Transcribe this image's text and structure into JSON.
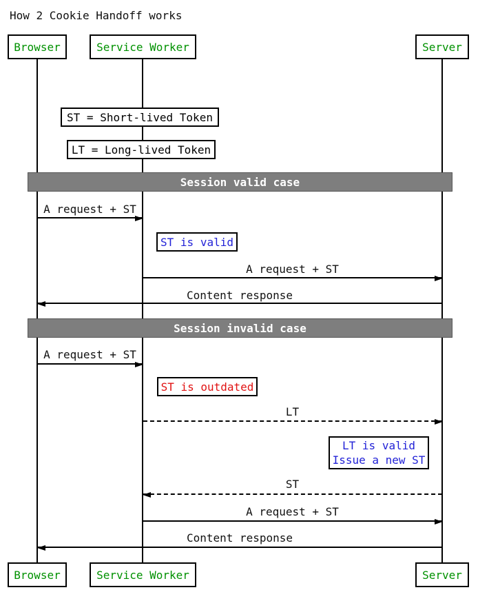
{
  "title": "How 2 Cookie Handoff works",
  "actors": [
    {
      "label": "Browser"
    },
    {
      "label": "Service Worker"
    },
    {
      "label": "Server"
    }
  ],
  "legend_notes": [
    {
      "label": "ST = Short-lived Token"
    },
    {
      "label": "LT = Long-lived Token"
    }
  ],
  "sections": [
    {
      "label": "Session valid case"
    },
    {
      "label": "Session invalid case"
    }
  ],
  "messages": [
    {
      "from": "Browser",
      "to": "Service Worker",
      "label": "A request + ST",
      "line": "solid"
    },
    {
      "from": "Service Worker",
      "to": "Server",
      "label": "A request + ST",
      "line": "solid"
    },
    {
      "from": "Server",
      "to": "Browser",
      "label": "Content response",
      "line": "solid"
    },
    {
      "from": "Browser",
      "to": "Service Worker",
      "label": "A request + ST",
      "line": "solid"
    },
    {
      "from": "Service Worker",
      "to": "Server",
      "label": "LT",
      "line": "dashed"
    },
    {
      "from": "Server",
      "to": "Service Worker",
      "label": "ST",
      "line": "dashed"
    },
    {
      "from": "Service Worker",
      "to": "Server",
      "label": "A request + ST",
      "line": "solid"
    },
    {
      "from": "Server",
      "to": "Browser",
      "label": "Content response",
      "line": "solid"
    }
  ],
  "state_notes": [
    {
      "label": "ST is valid",
      "color": "#2222d7"
    },
    {
      "label": "ST is outdated",
      "color": "#e11212"
    },
    {
      "lines": [
        "LT is valid",
        "Issue a new ST"
      ],
      "color": "#2222d7"
    }
  ],
  "colors": {
    "actor_text": "#009100",
    "band_bg": "#7e7e7e",
    "band_text": "#ffffff",
    "line": "#000000"
  }
}
